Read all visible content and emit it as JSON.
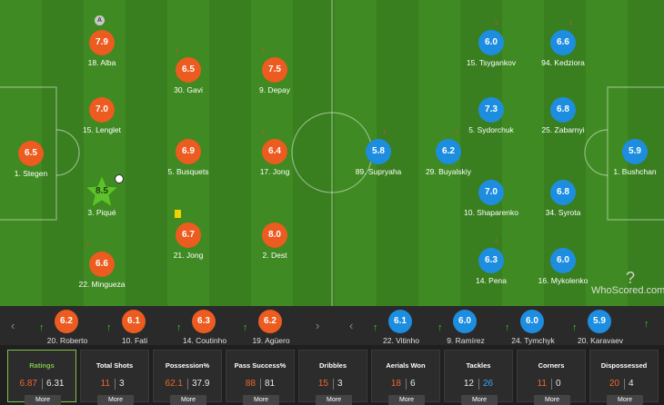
{
  "home_players": [
    {
      "name": "1. Stegen",
      "rating": "6.5"
    },
    {
      "name": "18. Alba",
      "rating": "7.9"
    },
    {
      "name": "15. Lenglet",
      "rating": "7.0"
    },
    {
      "name": "3. Piqué",
      "rating": "8.5"
    },
    {
      "name": "22. Mingueza",
      "rating": "6.6"
    },
    {
      "name": "30. Gavi",
      "rating": "6.5"
    },
    {
      "name": "5. Busquets",
      "rating": "6.9"
    },
    {
      "name": "21. Jong",
      "rating": "6.7"
    },
    {
      "name": "9. Depay",
      "rating": "7.5"
    },
    {
      "name": "17. Jong",
      "rating": "6.4"
    },
    {
      "name": "2. Dest",
      "rating": "8.0"
    }
  ],
  "away_players": [
    {
      "name": "15. Tsygankov",
      "rating": "6.0"
    },
    {
      "name": "94. Kedziora",
      "rating": "6.6"
    },
    {
      "name": "5. Sydorchuk",
      "rating": "7.3"
    },
    {
      "name": "25. Zabarnyi",
      "rating": "6.8"
    },
    {
      "name": "89. Supryaha",
      "rating": "5.8"
    },
    {
      "name": "29. Buyalskiy",
      "rating": "6.2"
    },
    {
      "name": "1. Bushchan",
      "rating": "5.9"
    },
    {
      "name": "10. Shaparenko",
      "rating": "7.0"
    },
    {
      "name": "34. Syrota",
      "rating": "6.8"
    },
    {
      "name": "14. Pena",
      "rating": "6.3"
    },
    {
      "name": "16. Mykolenko",
      "rating": "6.0"
    }
  ],
  "captain_badge": "A",
  "subs_home": [
    {
      "name": "20. Roberto",
      "rating": "6.2"
    },
    {
      "name": "10. Fati",
      "rating": "6.1"
    },
    {
      "name": "14. Coutinho",
      "rating": "6.3"
    },
    {
      "name": "19. Agüero",
      "rating": "6.2"
    }
  ],
  "subs_away": [
    {
      "name": "22. Vitinho",
      "rating": "6.1"
    },
    {
      "name": "9. Ramírez",
      "rating": "6.0"
    },
    {
      "name": "24. Tymchyk",
      "rating": "6.0"
    },
    {
      "name": "20. Karavaev",
      "rating": "5.9"
    }
  ],
  "nav": {
    "prev_icon": "chevron-left-icon",
    "next_icon": "chevron-right-icon",
    "prev_glyph": "‹",
    "next_glyph": "›"
  },
  "watermark": {
    "text": "WhoScored.com",
    "mark": "?"
  },
  "stats": [
    {
      "title": "Ratings",
      "home": "6.87",
      "away": "6.31",
      "more": "More"
    },
    {
      "title": "Total Shots",
      "home": "11",
      "away": "3",
      "more": "More"
    },
    {
      "title": "Possession%",
      "home": "62.1",
      "away": "37.9",
      "more": "More"
    },
    {
      "title": "Pass Success%",
      "home": "88",
      "away": "81",
      "more": "More"
    },
    {
      "title": "Dribbles",
      "home": "15",
      "away": "3",
      "more": "More"
    },
    {
      "title": "Aerials Won",
      "home": "18",
      "away": "6",
      "more": "More"
    },
    {
      "title": "Tackles",
      "home": "12",
      "away": "26",
      "more": "More"
    },
    {
      "title": "Corners",
      "home": "11",
      "away": "0",
      "more": "More"
    },
    {
      "title": "Dispossessed",
      "home": "20",
      "away": "4",
      "more": "More"
    }
  ],
  "colors": {
    "home": "#ec5b1f",
    "away": "#1d8de0",
    "pitch": "#3f8a22",
    "motm": "#5cc12d",
    "active": "#7fc24a"
  }
}
